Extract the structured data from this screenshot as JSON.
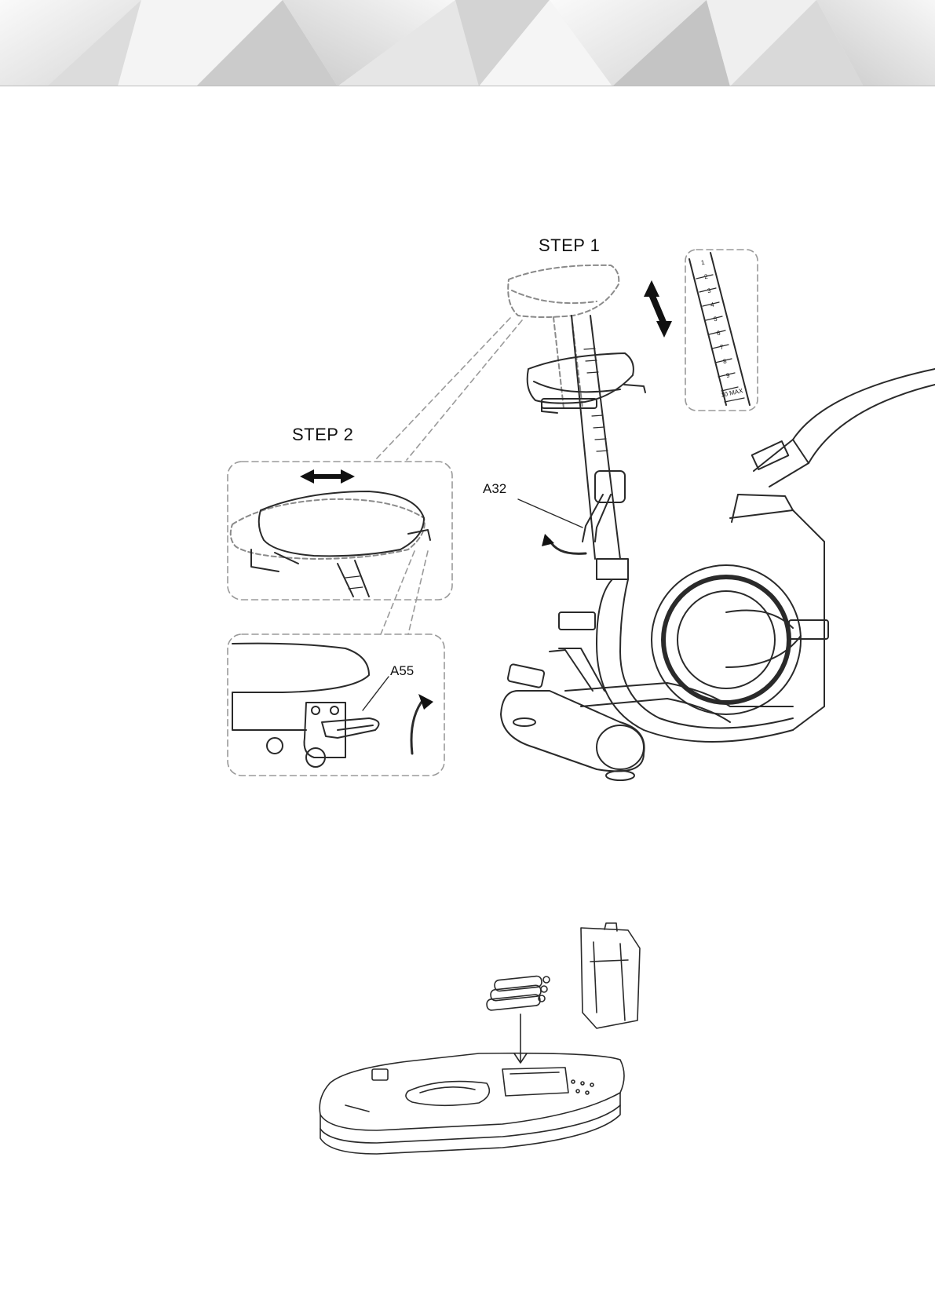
{
  "labels": {
    "step1": "STEP 1",
    "step2": "STEP 2",
    "part_a32": "A32",
    "part_a55": "A55"
  },
  "scale_marks": [
    "1",
    "2",
    "3",
    "4",
    "5",
    "6",
    "7",
    "8",
    "9",
    "10 MAX"
  ],
  "colors": {
    "line": "#2a2a2a",
    "dashed": "#9a9a9a",
    "header_light": "#f2f2f2",
    "header_dark": "#cfcfcf"
  }
}
